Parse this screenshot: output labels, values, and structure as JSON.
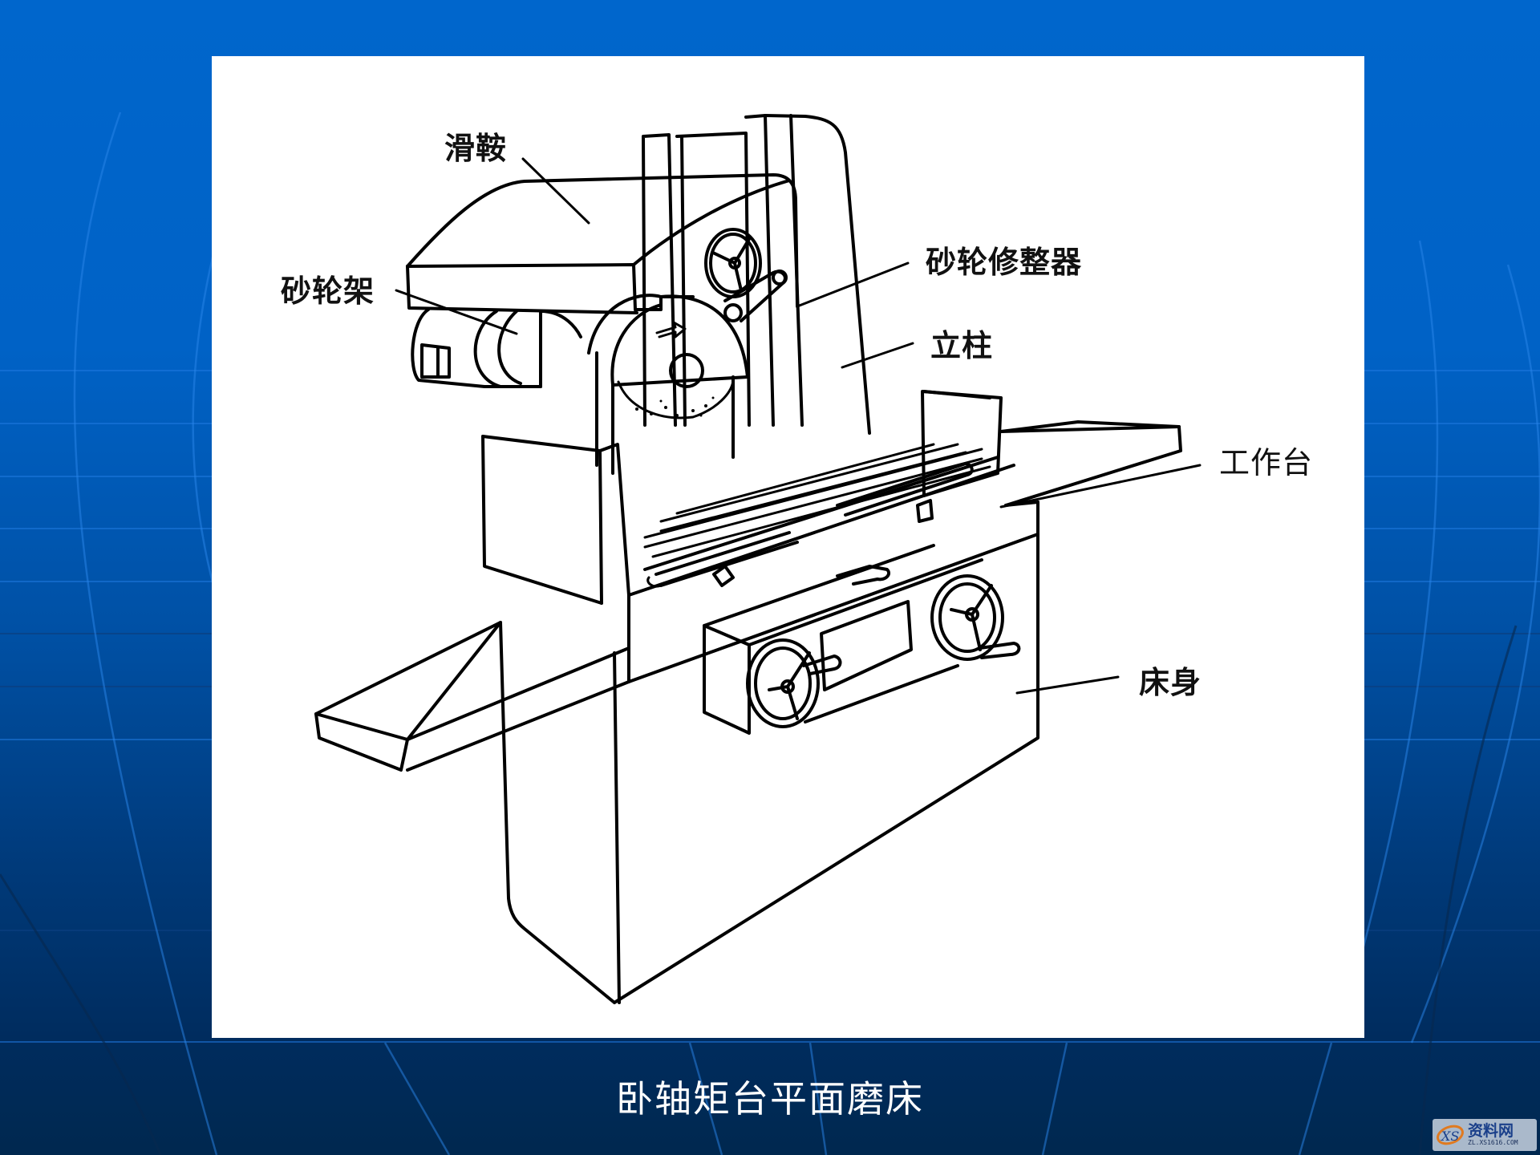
{
  "slide": {
    "caption": "卧轴矩台平面磨床",
    "background_colors": {
      "top": "#0066cc",
      "bottom": "#00284f",
      "grid_line": "#1f7ae0"
    }
  },
  "diagram": {
    "title": "卧轴矩台平面磨床",
    "labels": [
      {
        "id": "slide_saddle",
        "text": "滑鞍"
      },
      {
        "id": "wheel_head",
        "text": "砂轮架"
      },
      {
        "id": "wheel_dresser",
        "text": "砂轮修整器"
      },
      {
        "id": "column",
        "text": "立柱"
      },
      {
        "id": "worktable",
        "text": "工作台"
      },
      {
        "id": "bed",
        "text": "床身"
      }
    ]
  },
  "watermark": {
    "logo_text": "XS",
    "title": "资料网",
    "url": "ZL.XS1616.COM"
  }
}
